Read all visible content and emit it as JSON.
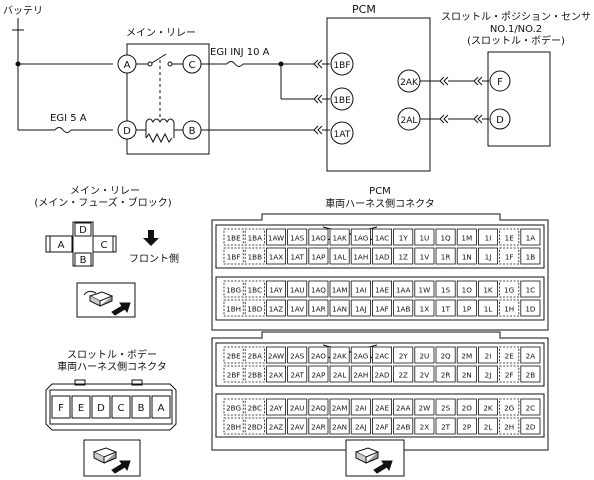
{
  "circuit": {
    "battery_label": "バッテリ",
    "main_relay_label": "メイン・リレー",
    "pcm_label": "PCM",
    "sensor_label_line1": "スロットル・ポジション・センサ",
    "sensor_label_line2": "NO.1/NO.2",
    "sensor_label_line3": "(スロットル・ボデー)",
    "fuse_injector_label": "EGI INJ 10 A",
    "fuse_egi_label": "EGI 5 A",
    "relay_terminals": [
      "A",
      "C",
      "D",
      "B"
    ],
    "pcm_left_terminals": [
      "1BF",
      "1BE",
      "1AT"
    ],
    "pcm_right_terminals": [
      "2AK",
      "2AL"
    ],
    "sensor_terminals": [
      "F",
      "D"
    ]
  },
  "relay_connector": {
    "title_line1": "メイン・リレー",
    "title_line2": "(メイン・フューズ・ブロック)",
    "pins": [
      "D",
      "A",
      "C",
      "B"
    ],
    "front_label": "フロント側"
  },
  "throttle_connector": {
    "title_line1": "スロットル・ボデー",
    "title_line2": "車両ハーネス側コネクタ",
    "pins": [
      "F",
      "E",
      "D",
      "C",
      "B",
      "A"
    ]
  },
  "pcm_connector": {
    "title_line1": "PCM",
    "title_line2": "車両ハーネス側コネクタ",
    "block1": {
      "row1": [
        "1BE",
        "1BA",
        "1AW",
        "1AS",
        "1AO",
        "1AK",
        "1AG",
        "1AC",
        "1Y",
        "1U",
        "1Q",
        "1M",
        "1I",
        "1E",
        "1A"
      ],
      "row2": [
        "1BF",
        "1BB",
        "1AX",
        "1AT",
        "1AP",
        "1AL",
        "1AH",
        "1AD",
        "1Z",
        "1V",
        "1R",
        "1N",
        "1J",
        "1F",
        "1B"
      ],
      "row3": [
        "1BG",
        "1BC",
        "1AY",
        "1AU",
        "1AQ",
        "1AM",
        "1AI",
        "1AE",
        "1AA",
        "1W",
        "1S",
        "1O",
        "1K",
        "1G",
        "1C"
      ],
      "row4": [
        "1BH",
        "1BD",
        "1AZ",
        "1AV",
        "1AR",
        "1AN",
        "1AJ",
        "1AF",
        "1AB",
        "1X",
        "1T",
        "1P",
        "1L",
        "1H",
        "1D"
      ]
    },
    "block2": {
      "row1": [
        "2BE",
        "2BA",
        "2AW",
        "2AS",
        "2AO",
        "2AK",
        "2AG",
        "2AC",
        "2Y",
        "2U",
        "2Q",
        "2M",
        "2I",
        "2E",
        "2A"
      ],
      "row2": [
        "2BF",
        "2BB",
        "2AX",
        "2AT",
        "2AP",
        "2AL",
        "2AH",
        "2AD",
        "2Z",
        "2V",
        "2R",
        "2N",
        "2J",
        "2F",
        "2B"
      ],
      "row3": [
        "2BG",
        "2BC",
        "2AY",
        "2AU",
        "2AQ",
        "2AM",
        "2AI",
        "2AE",
        "2AA",
        "2W",
        "2S",
        "2O",
        "2K",
        "2G",
        "2C"
      ],
      "row4": [
        "2BH",
        "2BD",
        "2AZ",
        "2AV",
        "2AR",
        "2AN",
        "2AJ",
        "2AF",
        "2AB",
        "2X",
        "2T",
        "2P",
        "2L",
        "2H",
        "2D"
      ]
    }
  }
}
